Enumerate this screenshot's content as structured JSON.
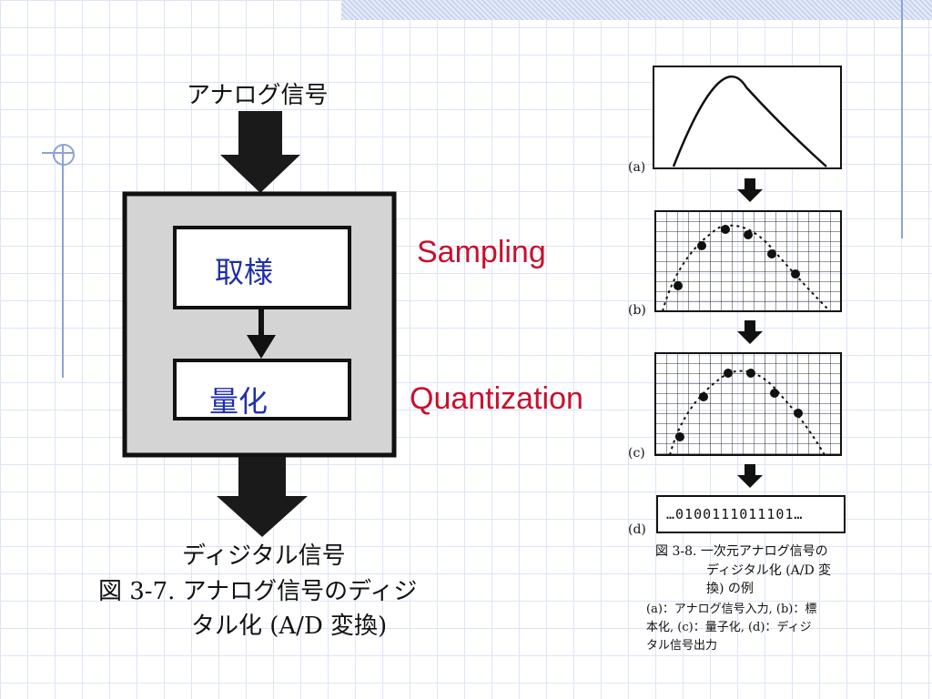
{
  "flowchart": {
    "input_label": "アナログ信号",
    "output_label": "ディジタル信号",
    "step_sampling": "取様",
    "step_quantization": "量化",
    "caption_line1": "図 3-7. アナログ信号のディジ",
    "caption_line2": "タル化 (A/D 変換)"
  },
  "annotations": {
    "sampling": "Sampling",
    "quantization": "Quantization"
  },
  "ad_figure": {
    "panel_a": "(a)",
    "panel_b": "(b)",
    "panel_c": "(c)",
    "panel_d": "(d)",
    "bit_sequence": "…0100111011101…",
    "caption_line1": "図 3-8. 一次元アナログ信号の",
    "caption_line2": "ディジタル化 (A/D 変",
    "caption_line3": "換) の例",
    "note_line1": "(a)：アナログ信号入力, (b)：標",
    "note_line2": "本化, (c)：量子化, (d)：ディジ",
    "note_line3": "タル信号出力"
  },
  "colors": {
    "annotation_red": "#c8102e",
    "box_label_blue": "#1f2fa8",
    "block_gray": "#d4d4d4"
  }
}
